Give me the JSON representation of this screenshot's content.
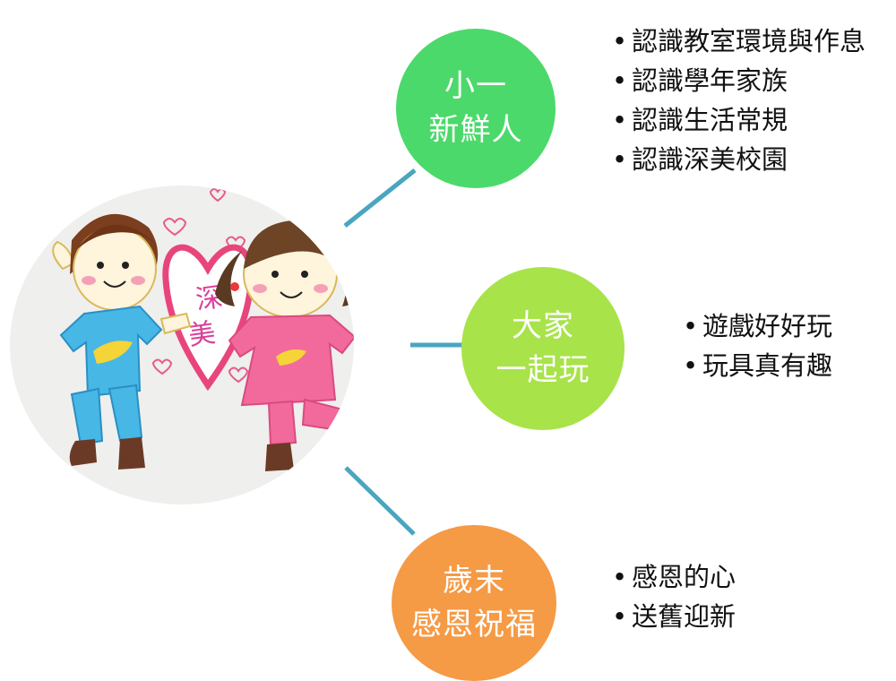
{
  "colors": {
    "connector": "#4aa5c0",
    "node_1": "#4cd96b",
    "node_2": "#a8e34a",
    "node_3": "#f59a45",
    "photo_paper": "#ededeb"
  },
  "photo": {
    "badge_line_1": "深",
    "badge_line_2": "美"
  },
  "nodes": [
    {
      "line1": "小一",
      "line2": "新鮮人",
      "bullets": [
        "認識教室環境與作息",
        "認識學年家族",
        "認識生活常規",
        "認識深美校園"
      ]
    },
    {
      "line1": "大家",
      "line2": "一起玩",
      "bullets": [
        "遊戲好好玩",
        "玩具真有趣"
      ]
    },
    {
      "line1": "歲末",
      "line2": "感恩祝福",
      "bullets": [
        "感恩的心",
        "送舊迎新"
      ]
    }
  ]
}
